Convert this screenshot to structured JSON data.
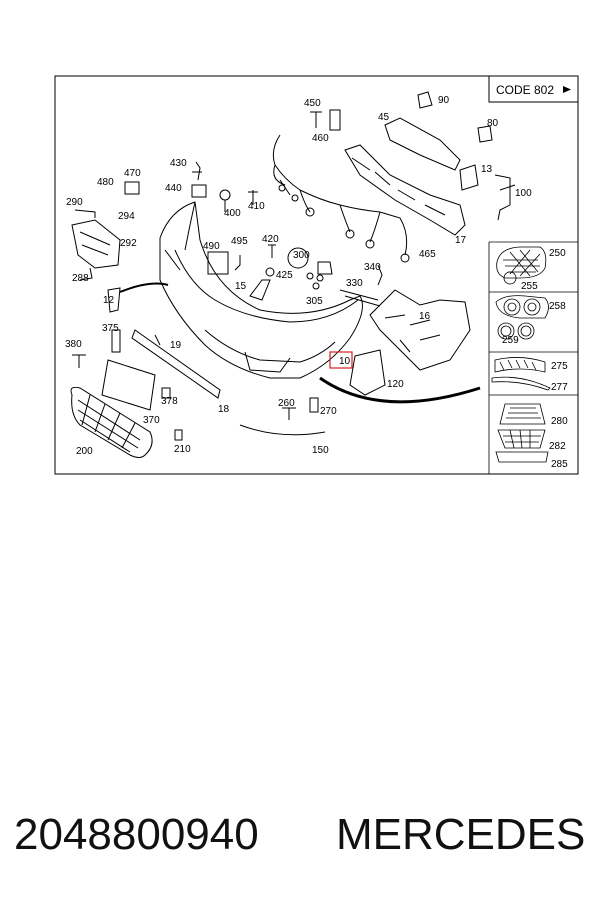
{
  "diagram": {
    "code_label": "CODE 802",
    "parts": [
      "450",
      "90",
      "460",
      "45",
      "80",
      "430",
      "470",
      "480",
      "440",
      "13",
      "100",
      "400",
      "410",
      "290",
      "294",
      "292",
      "490",
      "495",
      "420",
      "300",
      "465",
      "17",
      "250",
      "288",
      "425",
      "15",
      "340",
      "330",
      "255",
      "12",
      "305",
      "258",
      "259",
      "16",
      "375",
      "19",
      "380",
      "10",
      "275",
      "277",
      "378",
      "120",
      "260",
      "270",
      "18",
      "370",
      "280",
      "282",
      "285",
      "210",
      "200",
      "150"
    ],
    "highlighted_part": "10"
  },
  "caption": {
    "part_number": "2048800940",
    "brand": "MERCEDES"
  }
}
